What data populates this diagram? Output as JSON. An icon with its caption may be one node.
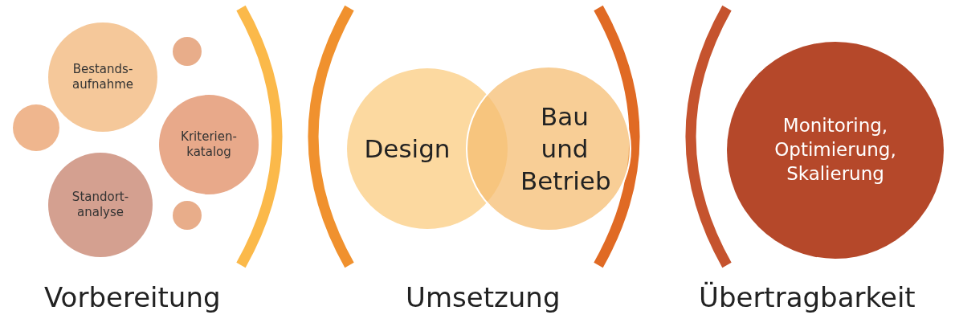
{
  "diagram": {
    "nodes": [
      {
        "text": [
          "Bestands- aufnahme"
        ]
      },
      {
        "text": [],
        "shape": "circle"
      },
      {
        "text": [],
        "shape": "circle"
      },
      {
        "text": [
          "Kriterien- katalog"
        ]
      },
      {
        "text": [
          "Standort- analyse"
        ]
      },
      {
        "text": [],
        "shape": "circle"
      },
      {
        "text": [
          "Design"
        ]
      },
      {
        "text": [
          "Bau und Betrieb"
        ]
      },
      {
        "text": [
          "Monitoring, Optimierung, Skalierung"
        ]
      }
    ],
    "edges": [],
    "labels": [
      "Vorbereitung",
      "Umsetzung",
      "Übertragbarkeit"
    ]
  }
}
